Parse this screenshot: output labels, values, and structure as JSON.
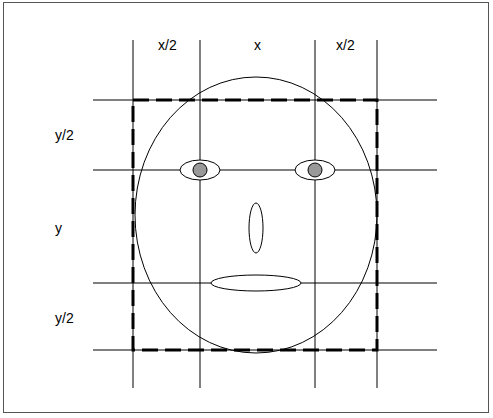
{
  "diagram": {
    "labels": [
      "x/2",
      "x",
      "x/2",
      "y/2",
      "y",
      "y/2"
    ]
  }
}
